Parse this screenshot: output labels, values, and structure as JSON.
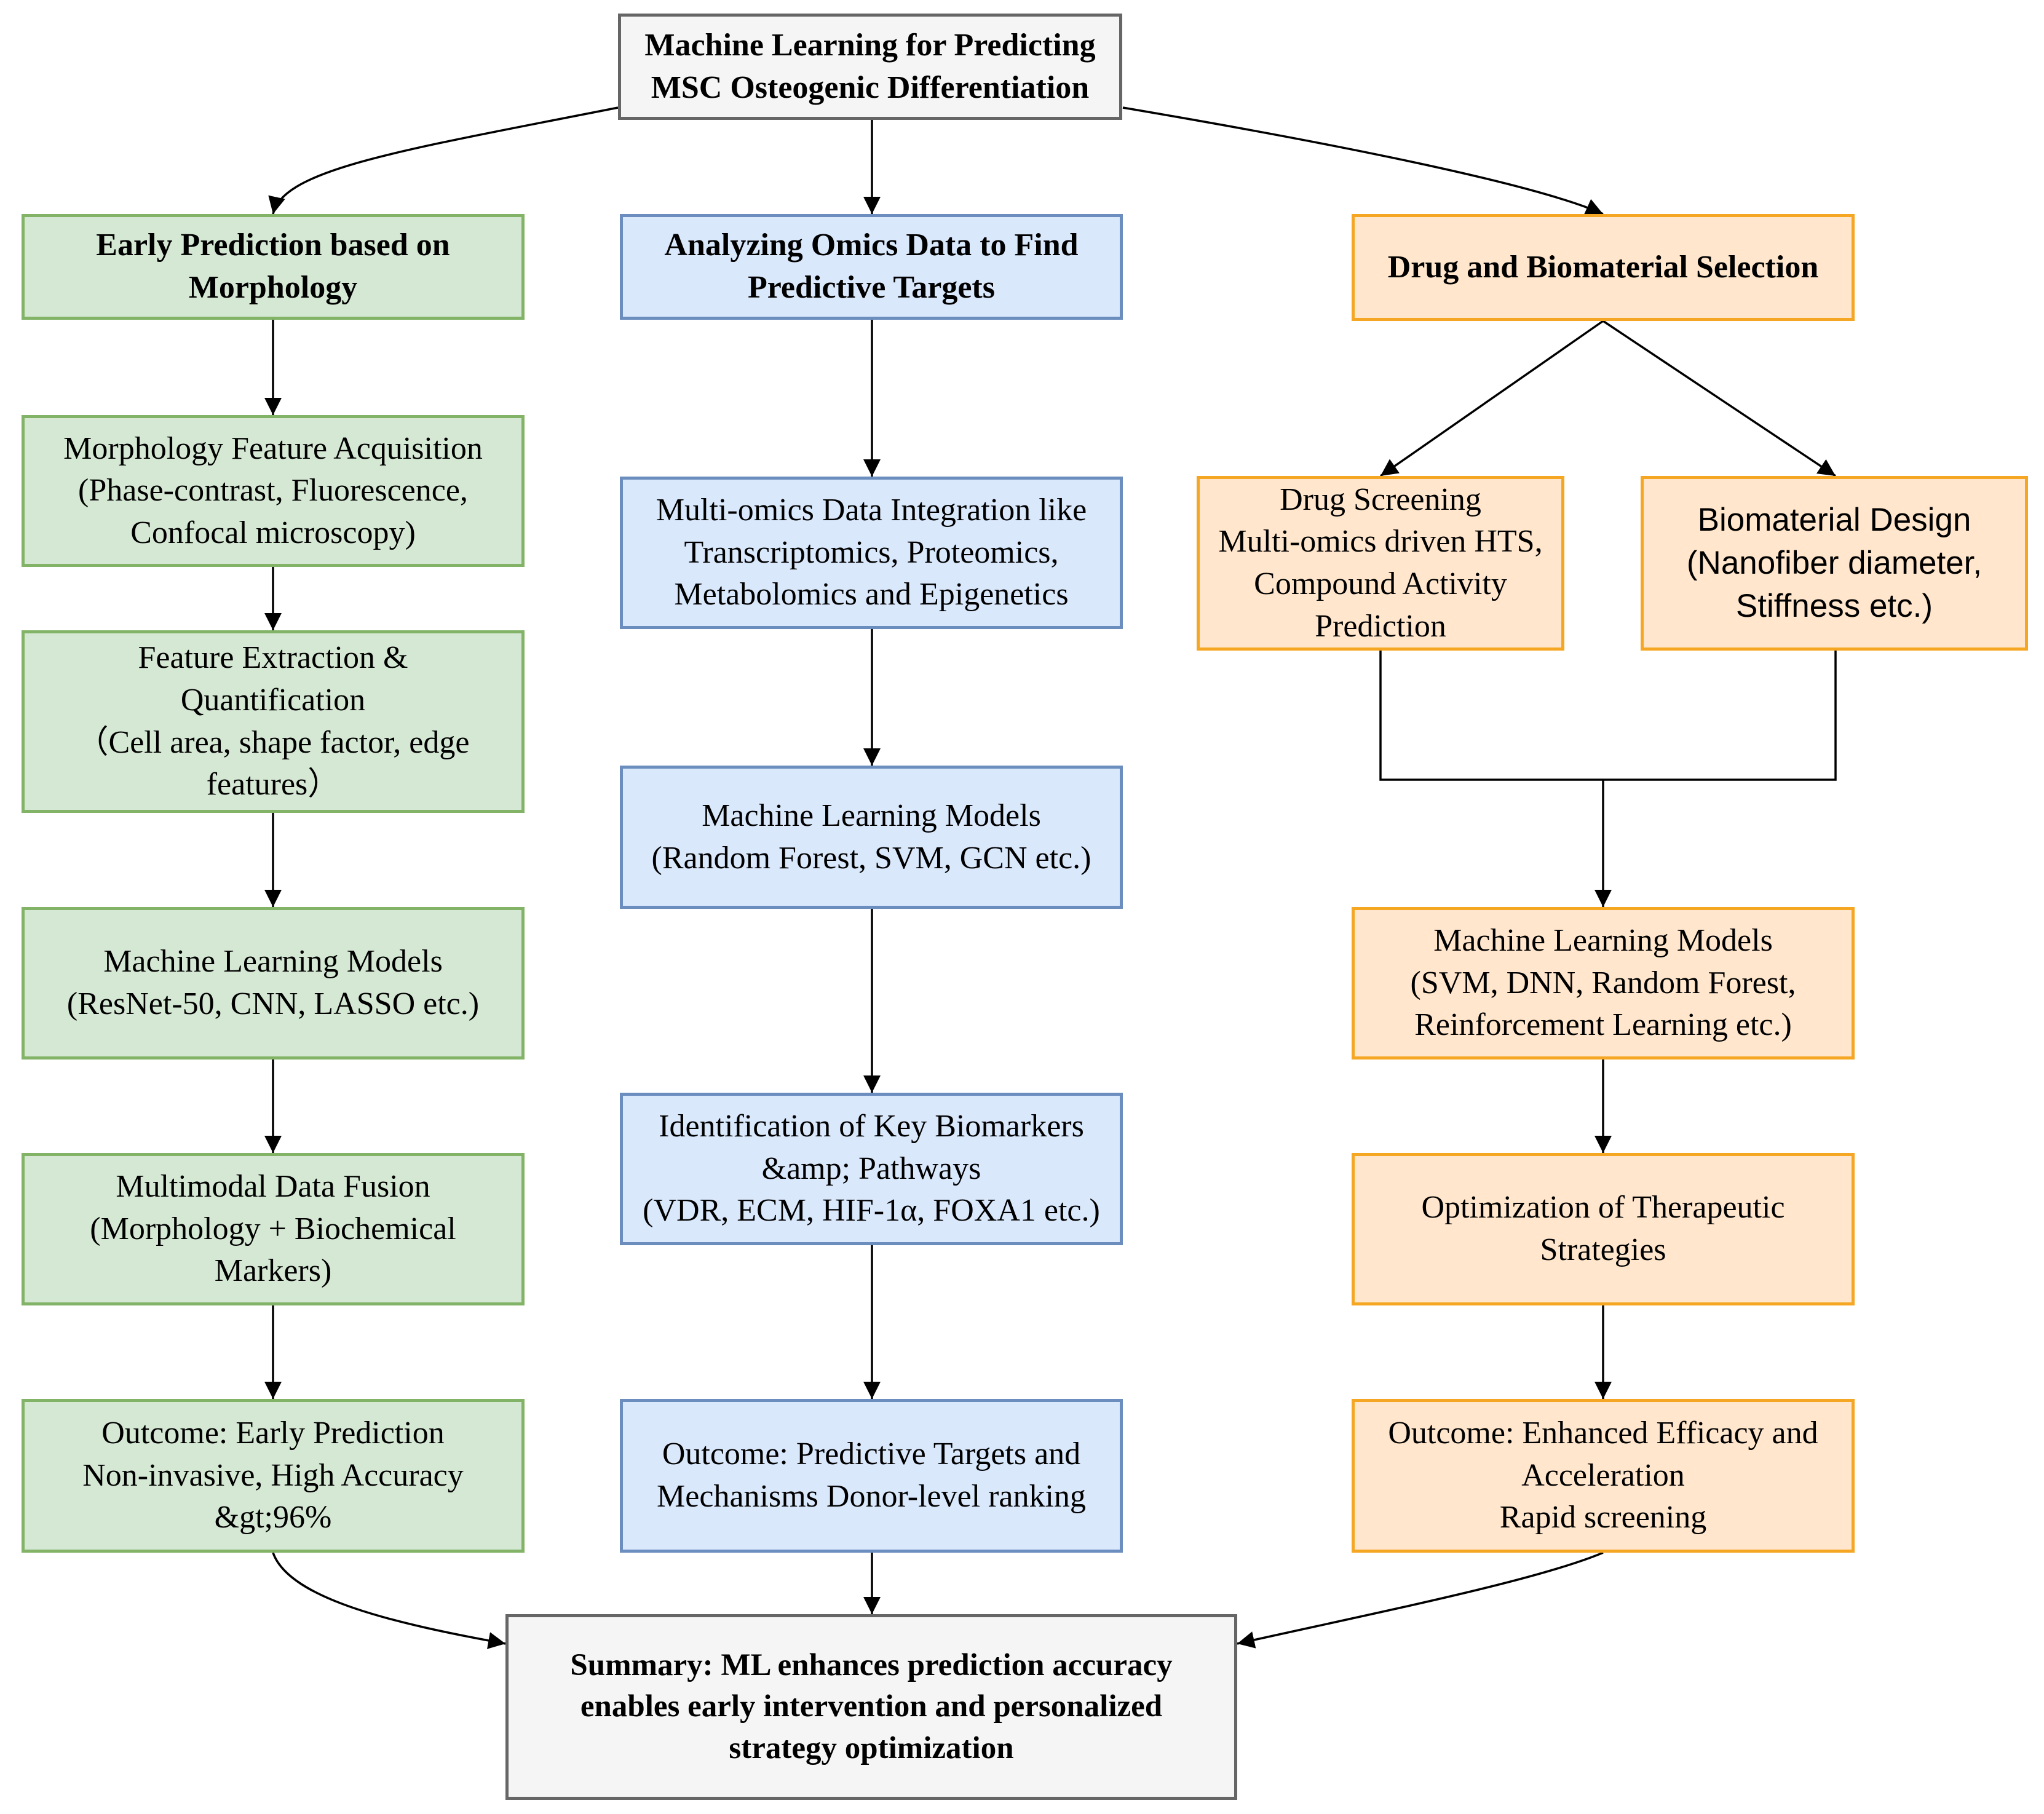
{
  "title": {
    "line1": "Machine Learning for Predicting",
    "line2": "MSC Osteogenic Differentiation"
  },
  "left": {
    "header": {
      "line1": "Early Prediction based on",
      "line2": "Morphology"
    },
    "feature_acquisition": {
      "line1": "Morphology Feature Acquisition",
      "line2": "(Phase-contrast, Fluorescence,",
      "line3": "Confocal microscopy)"
    },
    "feature_extraction": {
      "line1": "Feature Extraction &",
      "line2": "Quantification",
      "line3": "（Cell area, shape factor, edge",
      "line4": "features）"
    },
    "ml_models": {
      "line1": "Machine Learning Models",
      "line2": "(ResNet-50, CNN, LASSO etc.)"
    },
    "data_fusion": {
      "line1": "Multimodal Data Fusion",
      "line2": "(Morphology + Biochemical",
      "line3": "Markers)"
    },
    "outcome": {
      "line1": "Outcome: Early Prediction",
      "line2": "Non-invasive, High Accuracy",
      "line3": "&gt;96%"
    }
  },
  "middle": {
    "header": {
      "line1": "Analyzing Omics Data to Find",
      "line2": "Predictive Targets"
    },
    "integration": {
      "line1": "Multi-omics Data Integration like",
      "line2": "Transcriptomics, Proteomics,",
      "line3": "Metabolomics and Epigenetics"
    },
    "ml_models": {
      "line1": "Machine Learning Models",
      "line2": "(Random Forest, SVM, GCN etc.)"
    },
    "biomarkers": {
      "line1": "Identification of Key Biomarkers",
      "line2": "&amp; Pathways",
      "line3": "(VDR, ECM, HIF-1α, FOXA1 etc.)"
    },
    "outcome": {
      "line1": "Outcome: Predictive Targets and",
      "line2": "Mechanisms Donor-level ranking"
    }
  },
  "right": {
    "header": {
      "line1": "Drug and Biomaterial Selection"
    },
    "drug_screening": {
      "line1": "Drug Screening",
      "line2": "Multi-omics driven HTS,",
      "line3": "Compound Activity",
      "line4": "Prediction"
    },
    "biomaterial_design": {
      "line1": "Biomaterial Design",
      "line2": "(Nanofiber diameter,",
      "line3": "Stiffness etc.)"
    },
    "ml_models": {
      "line1": "Machine Learning Models",
      "line2": "(SVM, DNN, Random Forest,",
      "line3": "Reinforcement Learning etc.)"
    },
    "optimization": {
      "line1": "Optimization of Therapeutic",
      "line2": "Strategies"
    },
    "outcome": {
      "line1": "Outcome: Enhanced Efficacy and",
      "line2": "Acceleration",
      "line3": "Rapid screening"
    }
  },
  "summary": {
    "line1": "Summary: ML enhances prediction accuracy",
    "line2": "enables early intervention and personalized",
    "line3": "strategy optimization"
  },
  "colors": {
    "green_fill": "#d5e8d4",
    "green_stroke": "#82b366",
    "blue_fill": "#dae8fc",
    "blue_stroke": "#6c8ebf",
    "orange_fill": "#ffe6cc",
    "orange_stroke": "#f5a623",
    "gray_fill": "#f5f5f5",
    "gray_stroke": "#666666"
  }
}
